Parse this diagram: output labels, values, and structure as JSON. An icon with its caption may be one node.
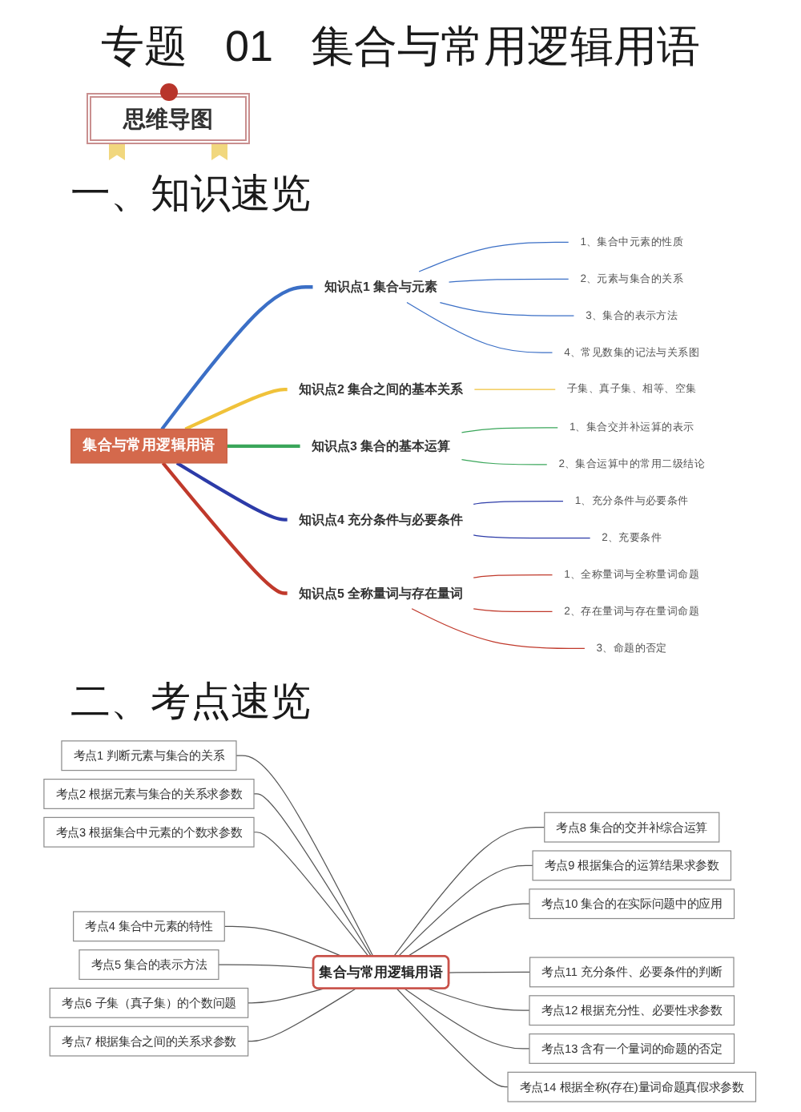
{
  "diagram": {
    "title": "专题 01 集合与常用逻辑用语",
    "nodes": [
      {
        "text": [
          "集合与常用逻辑用语"
        ]
      },
      {
        "text": [
          "知识点1 集合与元素"
        ]
      },
      {
        "text": [
          "1、集合中元素的性质"
        ]
      },
      {
        "text": [
          "2、元素与集合的关系"
        ]
      },
      {
        "text": [
          "3、集合的表示方法"
        ]
      },
      {
        "text": [
          "4、常见数集的记法与关系图"
        ]
      },
      {
        "text": [
          "知识点2 集合之间的基本关系"
        ]
      },
      {
        "text": [
          "子集、真子集、相等、空集"
        ]
      },
      {
        "text": [
          "知识点3 集合的基本运算"
        ]
      },
      {
        "text": [
          "1、集合交并补运算的表示"
        ]
      },
      {
        "text": [
          "2、集合运算中的常用二级结论"
        ]
      },
      {
        "text": [
          "知识点4 充分条件与必要条件"
        ]
      },
      {
        "text": [
          "1、充分条件与必要条件"
        ]
      },
      {
        "text": [
          "2、充要条件"
        ]
      },
      {
        "text": [
          "知识点5 全称量词与存在量词"
        ]
      },
      {
        "text": [
          "1、全称量词与全称量词命题"
        ]
      },
      {
        "text": [
          "2、存在量词与存在量词命题"
        ]
      },
      {
        "text": [
          "3、命题的否定"
        ]
      },
      {
        "text": [
          "考点1 判断元素与集合的关系"
        ]
      },
      {
        "text": [
          "考点2 根据元素与集合的关系求参数"
        ]
      },
      {
        "text": [
          "考点3 根据集合中元素的个数求参数"
        ]
      },
      {
        "text": [
          "考点4 集合中元素的特性"
        ]
      },
      {
        "text": [
          "考点5 集合的表示方法"
        ]
      },
      {
        "text": [
          "考点6 子集（真子集）的个数问题"
        ]
      },
      {
        "text": [
          "考点7 根据集合之间的关系求参数"
        ]
      },
      {
        "text": [
          "集合与常用逻辑用语"
        ]
      },
      {
        "text": [
          "考点8 集合的交并补综合运算"
        ]
      },
      {
        "text": [
          "考点9 根据集合的运算结果求参数"
        ]
      },
      {
        "text": [
          "考点10 集合的在实际问题中的应用"
        ]
      },
      {
        "text": [
          "考点11 充分条件、必要条件的判断"
        ]
      },
      {
        "text": [
          "考点12 根据充分性、必要性求参数"
        ]
      },
      {
        "text": [
          "考点13 含有一个量词的命题的否定"
        ]
      },
      {
        "text": [
          "考点14 根据全称(存在)量词命题真假求参数"
        ]
      }
    ],
    "edges": [
      {
        "from": 0,
        "to": 1,
        "arrow": "none",
        "style": "thick",
        "color": "#3b6fc6"
      },
      {
        "from": 1,
        "to": 2,
        "arrow": "none",
        "color": "#3b6fc6"
      },
      {
        "from": 1,
        "to": 3,
        "arrow": "none",
        "color": "#3b6fc6"
      },
      {
        "from": 1,
        "to": 4,
        "arrow": "none",
        "color": "#3b6fc6"
      },
      {
        "from": 1,
        "to": 5,
        "arrow": "none",
        "color": "#3b6fc6"
      },
      {
        "from": 0,
        "to": 6,
        "arrow": "none",
        "style": "thick",
        "color": "#f0c23a"
      },
      {
        "from": 6,
        "to": 7,
        "arrow": "none",
        "color": "#f0c23a"
      },
      {
        "from": 0,
        "to": 8,
        "arrow": "none",
        "style": "thick",
        "color": "#3aa65a"
      },
      {
        "from": 8,
        "to": 9,
        "arrow": "none",
        "color": "#3aa65a"
      },
      {
        "from": 8,
        "to": 10,
        "arrow": "none",
        "color": "#3aa65a"
      },
      {
        "from": 0,
        "to": 11,
        "arrow": "none",
        "style": "thick",
        "color": "#2c3ba8"
      },
      {
        "from": 11,
        "to": 12,
        "arrow": "none",
        "color": "#2c3ba8"
      },
      {
        "from": 11,
        "to": 13,
        "arrow": "none",
        "color": "#2c3ba8"
      },
      {
        "from": 0,
        "to": 14,
        "arrow": "none",
        "style": "thick",
        "color": "#c0392b"
      },
      {
        "from": 14,
        "to": 15,
        "arrow": "none",
        "color": "#c0392b"
      },
      {
        "from": 14,
        "to": 16,
        "arrow": "none",
        "color": "#c0392b"
      },
      {
        "from": 14,
        "to": 17,
        "arrow": "none",
        "color": "#c0392b"
      },
      {
        "from": 18,
        "to": 25,
        "arrow": "none"
      },
      {
        "from": 19,
        "to": 25,
        "arrow": "none"
      },
      {
        "from": 20,
        "to": 25,
        "arrow": "none"
      },
      {
        "from": 21,
        "to": 25,
        "arrow": "none"
      },
      {
        "from": 22,
        "to": 25,
        "arrow": "none"
      },
      {
        "from": 23,
        "to": 25,
        "arrow": "none"
      },
      {
        "from": 24,
        "to": 25,
        "arrow": "none"
      },
      {
        "from": 25,
        "to": 26,
        "arrow": "none"
      },
      {
        "from": 25,
        "to": 27,
        "arrow": "none"
      },
      {
        "from": 25,
        "to": 28,
        "arrow": "none"
      },
      {
        "from": 25,
        "to": 29,
        "arrow": "none"
      },
      {
        "from": 25,
        "to": 30,
        "arrow": "none"
      },
      {
        "from": 25,
        "to": 31,
        "arrow": "none"
      },
      {
        "from": 25,
        "to": 32,
        "arrow": "none"
      }
    ],
    "labels": [
      "思维导图",
      "一、知识速览",
      "二、考点速览"
    ]
  }
}
